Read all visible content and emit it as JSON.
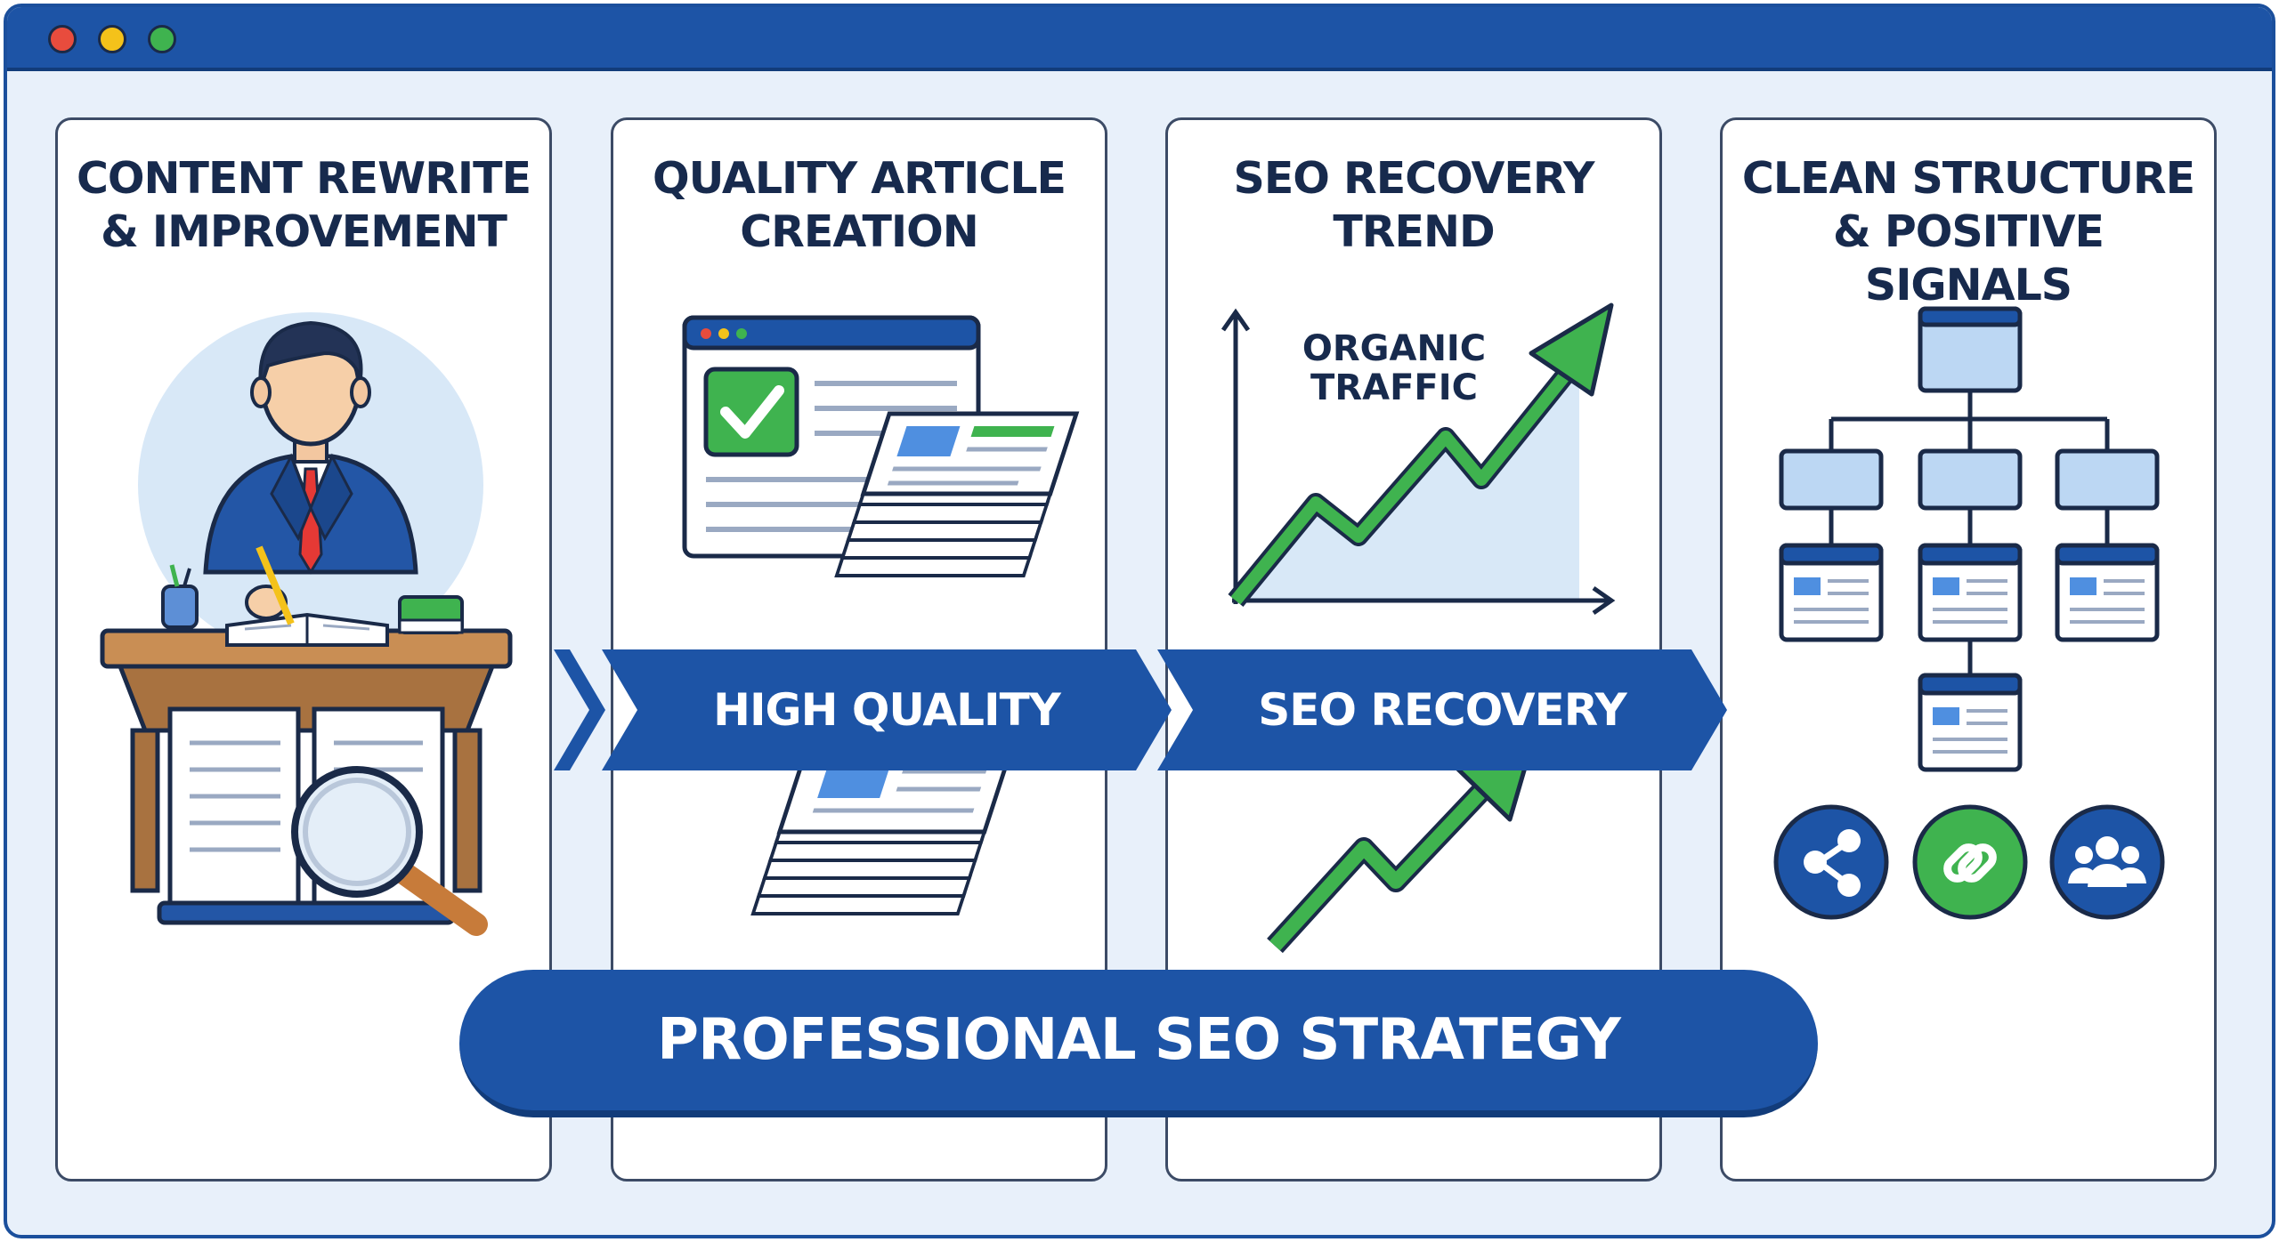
{
  "window": {
    "dots": [
      "red",
      "yellow",
      "green"
    ]
  },
  "panels": [
    {
      "title_line1": "CONTENT REWRITE",
      "title_line2": "& IMPROVEMENT"
    },
    {
      "title_line1": "QUALITY ARTICLE",
      "title_line2": "CREATION"
    },
    {
      "title_line1": "SEO RECOVERY",
      "title_line2": "TREND",
      "chart_label_line1": "ORGANIC",
      "chart_label_line2": "TRAFFIC"
    },
    {
      "title_line1": "CLEAN STRUCTURE",
      "title_line2": "& POSITIVE SIGNALS"
    }
  ],
  "ribbons": {
    "high_quality": "HIGH QUALITY",
    "seo_recovery": "SEO RECOVERY"
  },
  "banner": {
    "label": "PROFESSIONAL SEO STRATEGY"
  },
  "icons": [
    "share-icon",
    "link-icon",
    "community-icon",
    "checkmark-icon",
    "magnifier-icon",
    "trend-arrow-icon"
  ],
  "colors": {
    "brand_blue": "#1d54a6",
    "accent_green": "#3fb34f",
    "ink": "#172a4d",
    "background": "#e8f0fa"
  }
}
